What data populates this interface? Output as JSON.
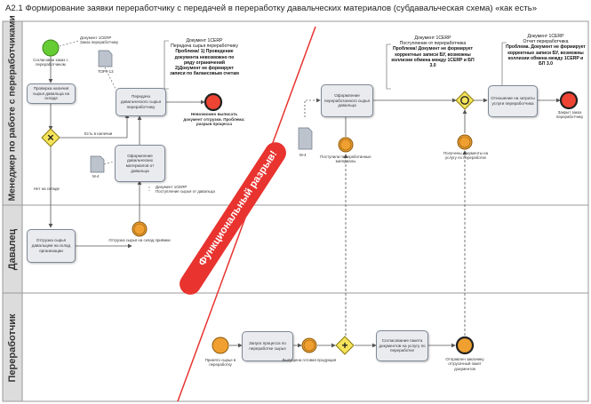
{
  "title": "А2.1 Формирование заявки переработчику с передачей в переработку давальческих материалов (субдавальческая схема) «как есть»",
  "lanes": {
    "manager": "Менеджер по работе с переработчиками",
    "davalets": "Давалец",
    "pererabotchik": "Переработчик"
  },
  "band": "Функциональный разрыв!",
  "tasks": {
    "t1": "Проверка наличия сырья давальца на складе",
    "t2": "Передача давальческого сырья переработчику",
    "t3": "Оформление давальческих материалов от давальца",
    "t4": "Отгрузка сырья давальцем на склад организации",
    "t5": "Оформление переработанного сырья давальца",
    "t6": "Отношение на затраты услуги переработчика",
    "t7": "Запуск процесса по переработке сырья",
    "t8": "Согласование пакета документов на услугу по переработке"
  },
  "events": {
    "e_start": "Согласован заказ с переработчиком",
    "e_end1": "Невозможно выписать документ отгрузки. Проблема: разрыв процесса",
    "e_inter1": "Отгрузка сырья на склад приёмки",
    "e_inter2": "Поступили переработанные материалы",
    "e_inter3": "Получены документы на услугу по переработке",
    "e_end2": "Закрыт заказ переработчику",
    "p_start": "Принято сырье в переработку",
    "p_inter1": "Выпущена готовая продукция",
    "p_inter2": "Отправлен заказчику отгрузочный пакет документов"
  },
  "gateway_labels": {
    "g1_yes": "Есть в наличии",
    "g1_no": "Нет на складе"
  },
  "docs": {
    "d1": "Документ 1CERP\nЗаказ переработчику",
    "d2_code": "ТОРГ-13",
    "d3_code": "М-4",
    "d4": "Документ 1CERP\nПоступление сырья от давальца",
    "d5_code": "М-4"
  },
  "notes": {
    "n1_doc": "Документ 1CERP\nПередача сырья переработчику",
    "n1_text": "Проблема! 1) Проведение документа невозможно по ряду ограничений\n2)Документ не формирует записи по балансовым счетам",
    "n2_doc": "Документ 1CERP\nПоступление от переработчика",
    "n2_text": "Проблема! Документ не формирует корректные записи БУ, возможны коллизии обмена между 1CERP и БП 3.0",
    "n3_doc": "Документ 1CERP\nОтчет переработчика",
    "n3_text": "Проблема. Документ не формирует корректные записи БУ, возможны коллизии обмена между 1CERP и БП 3.0"
  },
  "colors": {
    "start": "#66cc33",
    "end": "#ee4433",
    "intermediate": "#f0a030",
    "gateway": "#f5e35a",
    "band": "#e8332f",
    "task_fill": "#e9ebef",
    "lane_header": "#dcdcdc"
  }
}
